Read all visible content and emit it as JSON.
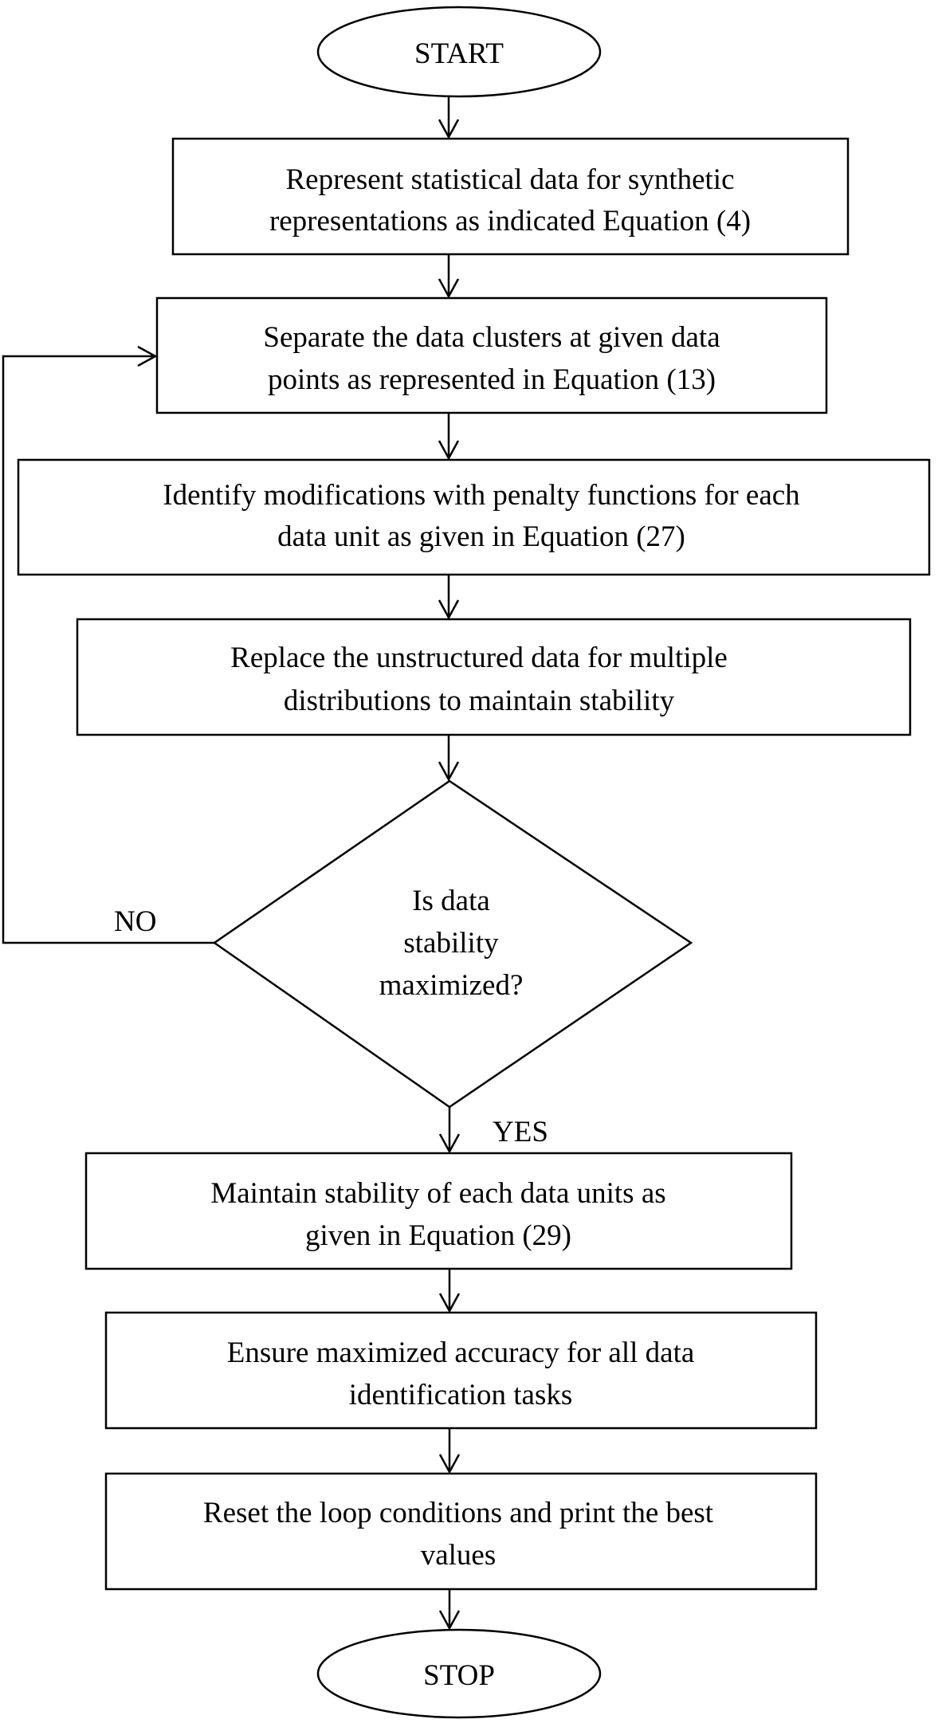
{
  "flowchart": {
    "nodes": {
      "start": {
        "shape": "terminal",
        "lines": [
          "START"
        ]
      },
      "step1": {
        "shape": "process",
        "lines": [
          "Represent statistical data for synthetic",
          "representations as indicated Equation (4)"
        ]
      },
      "step2": {
        "shape": "process",
        "lines": [
          "Separate the data clusters at given data",
          "points as represented in Equation (13)"
        ]
      },
      "step3": {
        "shape": "process",
        "lines": [
          "Identify modifications with penalty functions for each",
          "data unit as given in Equation (27)"
        ]
      },
      "step4": {
        "shape": "process",
        "lines": [
          "Replace the unstructured data for multiple",
          "distributions to maintain stability"
        ]
      },
      "decision": {
        "shape": "decision",
        "lines": [
          "Is data",
          "stability",
          "maximized?"
        ]
      },
      "step5": {
        "shape": "process",
        "lines": [
          "Maintain stability of each data units as",
          "given in Equation (29)"
        ]
      },
      "step6": {
        "shape": "process",
        "lines": [
          "Ensure maximized accuracy for all data",
          "identification tasks"
        ]
      },
      "step7": {
        "shape": "process",
        "lines": [
          "Reset the loop conditions and print the best",
          "values"
        ]
      },
      "stop": {
        "shape": "terminal",
        "lines": [
          "STOP"
        ]
      }
    },
    "edges": [
      {
        "from": "start",
        "to": "step1",
        "label": ""
      },
      {
        "from": "step1",
        "to": "step2",
        "label": ""
      },
      {
        "from": "step2",
        "to": "step3",
        "label": ""
      },
      {
        "from": "step3",
        "to": "step4",
        "label": ""
      },
      {
        "from": "step4",
        "to": "decision",
        "label": ""
      },
      {
        "from": "decision",
        "to": "step5",
        "label": "YES"
      },
      {
        "from": "decision",
        "to": "step2",
        "label": "NO"
      },
      {
        "from": "step5",
        "to": "step6",
        "label": ""
      },
      {
        "from": "step6",
        "to": "step7",
        "label": ""
      },
      {
        "from": "step7",
        "to": "stop",
        "label": ""
      }
    ],
    "labels": {
      "yes": "YES",
      "no": "NO"
    },
    "colors": {
      "stroke": "#000000",
      "fill": "#ffffff",
      "text": "#000000"
    }
  }
}
